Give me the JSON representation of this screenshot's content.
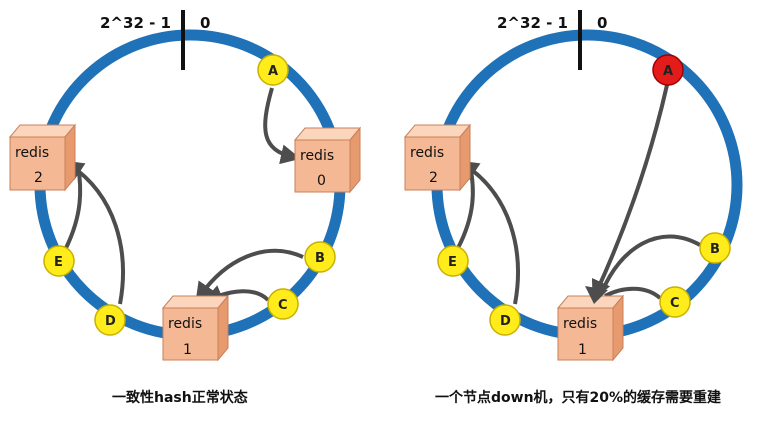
{
  "colors": {
    "ring": "#1f72b8",
    "node_normal": "#ffec1a",
    "node_down": "#e31b1b",
    "cube_front": "#f5b894",
    "cube_top": "#fbd6bd",
    "cube_side": "#e79a6e",
    "arrow": "#4d4d4d"
  },
  "left": {
    "top_label_max": "2^32 - 1",
    "top_label_zero": "0",
    "nodes": {
      "a": "A",
      "b": "B",
      "c": "C",
      "d": "D",
      "e": "E"
    },
    "redis0": {
      "name": "redis",
      "id": "0"
    },
    "redis1": {
      "name": "redis",
      "id": "1"
    },
    "redis2": {
      "name": "redis",
      "id": "2"
    },
    "caption": "一致性hash正常状态"
  },
  "right": {
    "top_label_max": "2^32 - 1",
    "top_label_zero": "0",
    "nodes": {
      "a": "A",
      "b": "B",
      "c": "C",
      "d": "D",
      "e": "E"
    },
    "redis1": {
      "name": "redis",
      "id": "1"
    },
    "redis2": {
      "name": "redis",
      "id": "2"
    },
    "caption": "一个节点down机，只有20%的缓存需要重建"
  }
}
